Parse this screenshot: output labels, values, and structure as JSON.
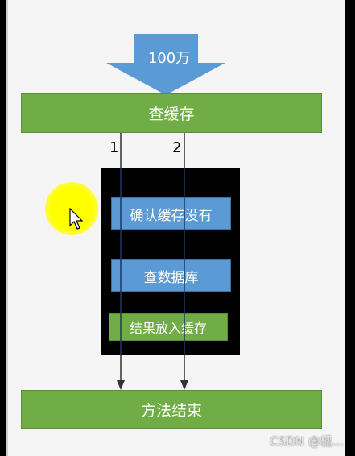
{
  "diagram": {
    "input_label": "100万",
    "top_box": "查缓存",
    "path_labels": [
      "1",
      "2"
    ],
    "steps": [
      "确认缓存没有",
      "查数据库",
      "结果放入缓存"
    ],
    "bottom_box": "方法结束"
  },
  "watermark": "CSDN @橘...",
  "colors": {
    "green": "#70ad47",
    "blue": "#5b9bd5",
    "arrow_blue": "#5b9bd5",
    "highlight": "#ffff00"
  }
}
